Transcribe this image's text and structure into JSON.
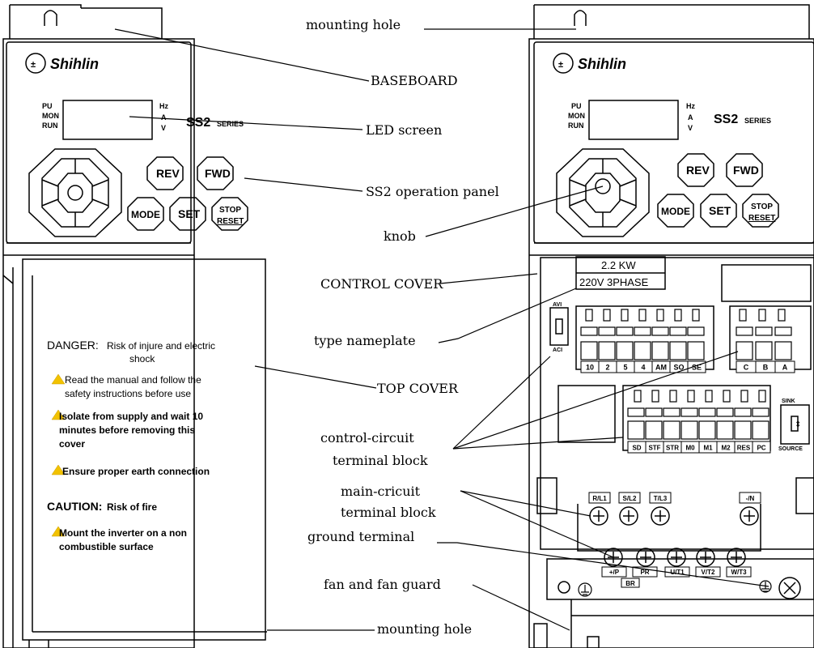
{
  "brand": "Shihlin",
  "display_indicators": [
    "PU",
    "MON",
    "RUN"
  ],
  "unit_indicators": [
    "Hz",
    "A",
    "V"
  ],
  "model": "SS2",
  "series_label": "SERIES",
  "panel_buttons": {
    "rev": "REV",
    "fwd": "FWD",
    "mode": "MODE",
    "set": "SET",
    "stop": "STOP",
    "reset": "RESET"
  },
  "warning_text": {
    "danger_title": "DANGER:",
    "danger_title_rest": "Risk of injure and electric",
    "danger_title_cont": "shock",
    "line1a": "Read the manual and follow the",
    "line1b": "safety instructions before use",
    "line2a": "Isolate from supply and wait 10",
    "line2b": "minutes before removing this",
    "line2c": "cover",
    "line3": "Ensure proper earth connection",
    "caution_title": "CAUTION:",
    "caution_rest": "Risk of fire",
    "line4a": "Mount the inverter on a non",
    "line4b": "combustible surface"
  },
  "nameplate": {
    "power": "2.2 KW",
    "voltage": "220V 3PHASE"
  },
  "switch1": {
    "top": "AVI",
    "bottom": "ACI"
  },
  "switch2": {
    "top": "SINK",
    "bottom": "SOURCE"
  },
  "terminals": {
    "analog": [
      "10",
      "2",
      "5",
      "4",
      "AM",
      "SO",
      "SE"
    ],
    "relay": [
      "C",
      "B",
      "A"
    ],
    "digital": [
      "SD",
      "STF",
      "STR",
      "M0",
      "M1",
      "M2",
      "RES",
      "PC"
    ],
    "main_top": [
      "R/L1",
      "S/L2",
      "T/L3",
      "-/N"
    ],
    "main_bottom": [
      "+/P",
      "PR",
      "U/T1",
      "V/T2",
      "W/T3"
    ],
    "br": "BR"
  },
  "callouts": {
    "mounting_hole_top": "mounting hole",
    "baseboard": "BASEBOARD",
    "led_screen": "LED screen",
    "operation_panel": "SS2 operation panel",
    "knob": "knob",
    "control_cover": "CONTROL COVER",
    "type_nameplate": "type nameplate",
    "top_cover": "TOP COVER",
    "control_circuit_1": "control-circuit",
    "control_circuit_2": "terminal block",
    "main_circuit_1": "main-cricuit",
    "main_circuit_2": "terminal block",
    "ground_terminal": "ground terminal",
    "fan": "fan and fan guard",
    "mounting_hole_bottom": "mounting hole"
  }
}
